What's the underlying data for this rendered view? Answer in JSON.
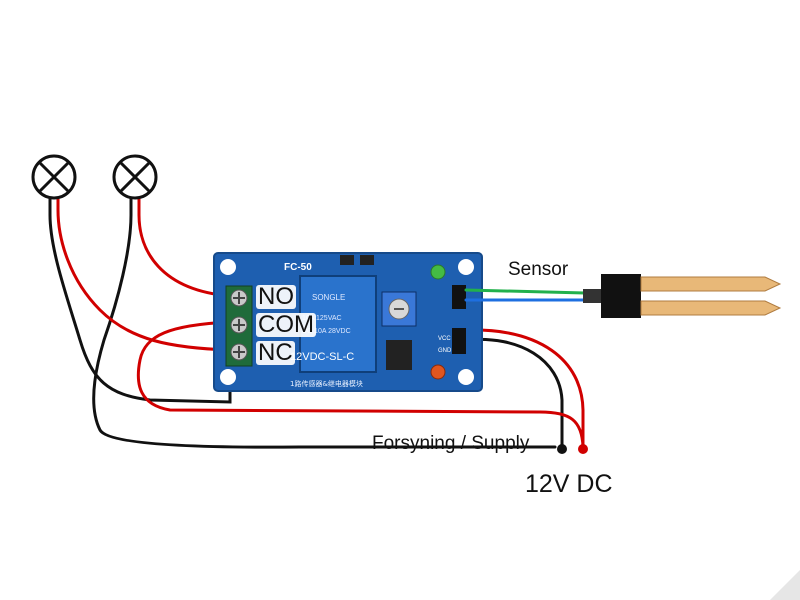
{
  "relay_module": {
    "model": "FC-50",
    "relay_brand": "SONGLE",
    "relay_part": "12VDC-SL-C",
    "relay_rating_1": "10A 125VAC",
    "relay_rating_2": "DC 10A 28VDC",
    "board_text": "1路传感器&继电器模块",
    "pin_vcc": "VCC",
    "pin_gnd": "GND"
  },
  "terminals": {
    "no": "NO",
    "com": "COM",
    "nc": "NC"
  },
  "labels": {
    "sensor": "Sensor",
    "supply": "Forsyning / Supply",
    "voltage": "12V DC"
  },
  "colors": {
    "board": "#1e5fb0",
    "wire_red": "#d10000",
    "wire_black": "#111111",
    "wire_green": "#22b14c",
    "wire_blue": "#1e6fe0",
    "led_green": "#44bb44",
    "led_red": "#e0561f",
    "terminal_green": "#1f6b3a"
  },
  "icons": [
    "lamp-icon",
    "lamp-icon",
    "soil-moisture-sensor-icon"
  ]
}
